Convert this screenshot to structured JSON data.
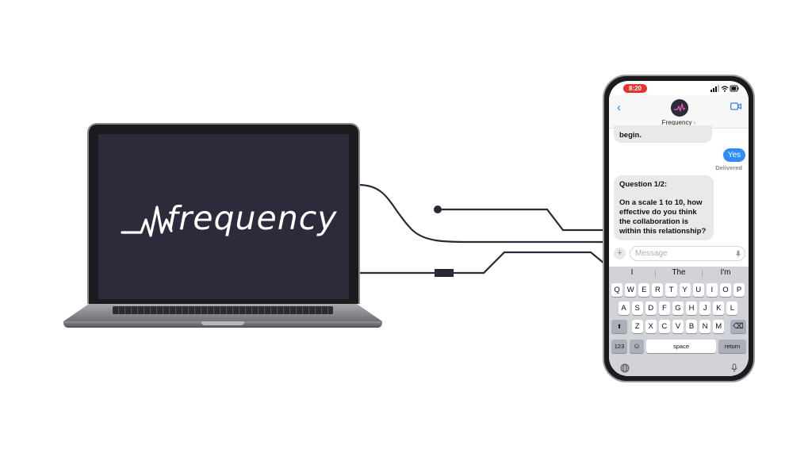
{
  "laptop": {
    "logo_text": "frequency",
    "screen_color": "#2c2b3c"
  },
  "phone": {
    "status": {
      "time": "8:20"
    },
    "header": {
      "contact_name": "Frequency",
      "contact_chevron": "›"
    },
    "messages": [
      {
        "sender": "them",
        "text": "begin."
      },
      {
        "sender": "me",
        "text": "Yes",
        "status": "Delivered"
      },
      {
        "sender": "them",
        "lines": [
          "Question 1/2:",
          "",
          "On a scale 1 to 10, how",
          "effective do you think",
          "the collaboration is",
          "within this relationship?"
        ]
      }
    ],
    "composer": {
      "placeholder": "Message",
      "value": "",
      "plus_label": "+"
    },
    "keyboard": {
      "suggestions": [
        "I",
        "The",
        "I'm"
      ],
      "row1": [
        "Q",
        "W",
        "E",
        "R",
        "T",
        "Y",
        "U",
        "I",
        "O",
        "P"
      ],
      "row2": [
        "A",
        "S",
        "D",
        "F",
        "G",
        "H",
        "J",
        "K",
        "L"
      ],
      "row3": [
        "Z",
        "X",
        "C",
        "V",
        "B",
        "N",
        "M"
      ],
      "shift_label": "⬆",
      "delete_label": "⌫",
      "numbers_label": "123",
      "emoji_label": "☺",
      "space_label": "space",
      "return_label": "return"
    },
    "colors": {
      "bubble_out": "#2f8cf8",
      "bubble_in": "#e9e9eb",
      "accent": "#2f7cf6",
      "time_pill": "#e5342b"
    }
  },
  "icons": [
    "back-chevron-icon",
    "video-camera-icon",
    "wifi-icon",
    "signal-icon",
    "battery-icon",
    "microphone-icon",
    "globe-icon",
    "emoji-icon",
    "delete-icon",
    "shift-icon"
  ]
}
